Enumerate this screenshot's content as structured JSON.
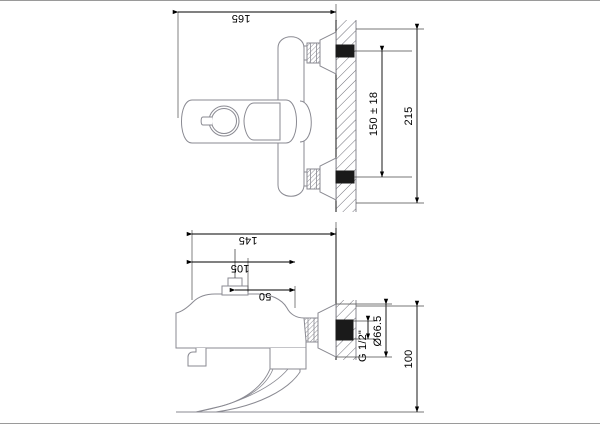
{
  "drawing": {
    "title": "Wall-mounted bath/shower mixer tap technical drawing",
    "units": "mm",
    "line_color_outline": "#8a8a92",
    "line_color_dimension": "#000000",
    "hatch_color": "#6f6f78",
    "fill_connector": "#1a1a1a",
    "background": "#ffffff",
    "border_color": "#9a9a9a"
  },
  "views": {
    "front": {
      "name": "front-elevation-view",
      "description": "Front view of bath mixer with cross handle, two wall connectors and hatched wall section"
    },
    "side": {
      "name": "side-elevation-view",
      "description": "Side view of bath mixer with curved spout, diverter and wall connector"
    }
  },
  "dimensions": {
    "front_width": {
      "label": "165",
      "orientation": "horizontal-flipped",
      "name": "dim-165"
    },
    "connector_spacing": {
      "label": "150 ± 18",
      "orientation": "vertical",
      "name": "dim-150-pm-18"
    },
    "front_height": {
      "label": "215",
      "orientation": "vertical",
      "name": "dim-215"
    },
    "side_total_depth": {
      "label": "145",
      "orientation": "horizontal-flipped",
      "name": "dim-145"
    },
    "side_body_depth": {
      "label": "105",
      "orientation": "horizontal-flipped",
      "name": "dim-105"
    },
    "side_inner_depth": {
      "label": "50",
      "orientation": "horizontal-flipped",
      "name": "dim-50"
    },
    "escutcheon_diameter": {
      "label": "Ø66.5",
      "orientation": "vertical",
      "name": "dim-diameter-66-5"
    },
    "thread_size": {
      "label": "G 1/2\"",
      "orientation": "vertical",
      "name": "dim-thread-g-half-inch"
    },
    "side_height": {
      "label": "100",
      "orientation": "vertical",
      "name": "dim-100"
    }
  }
}
